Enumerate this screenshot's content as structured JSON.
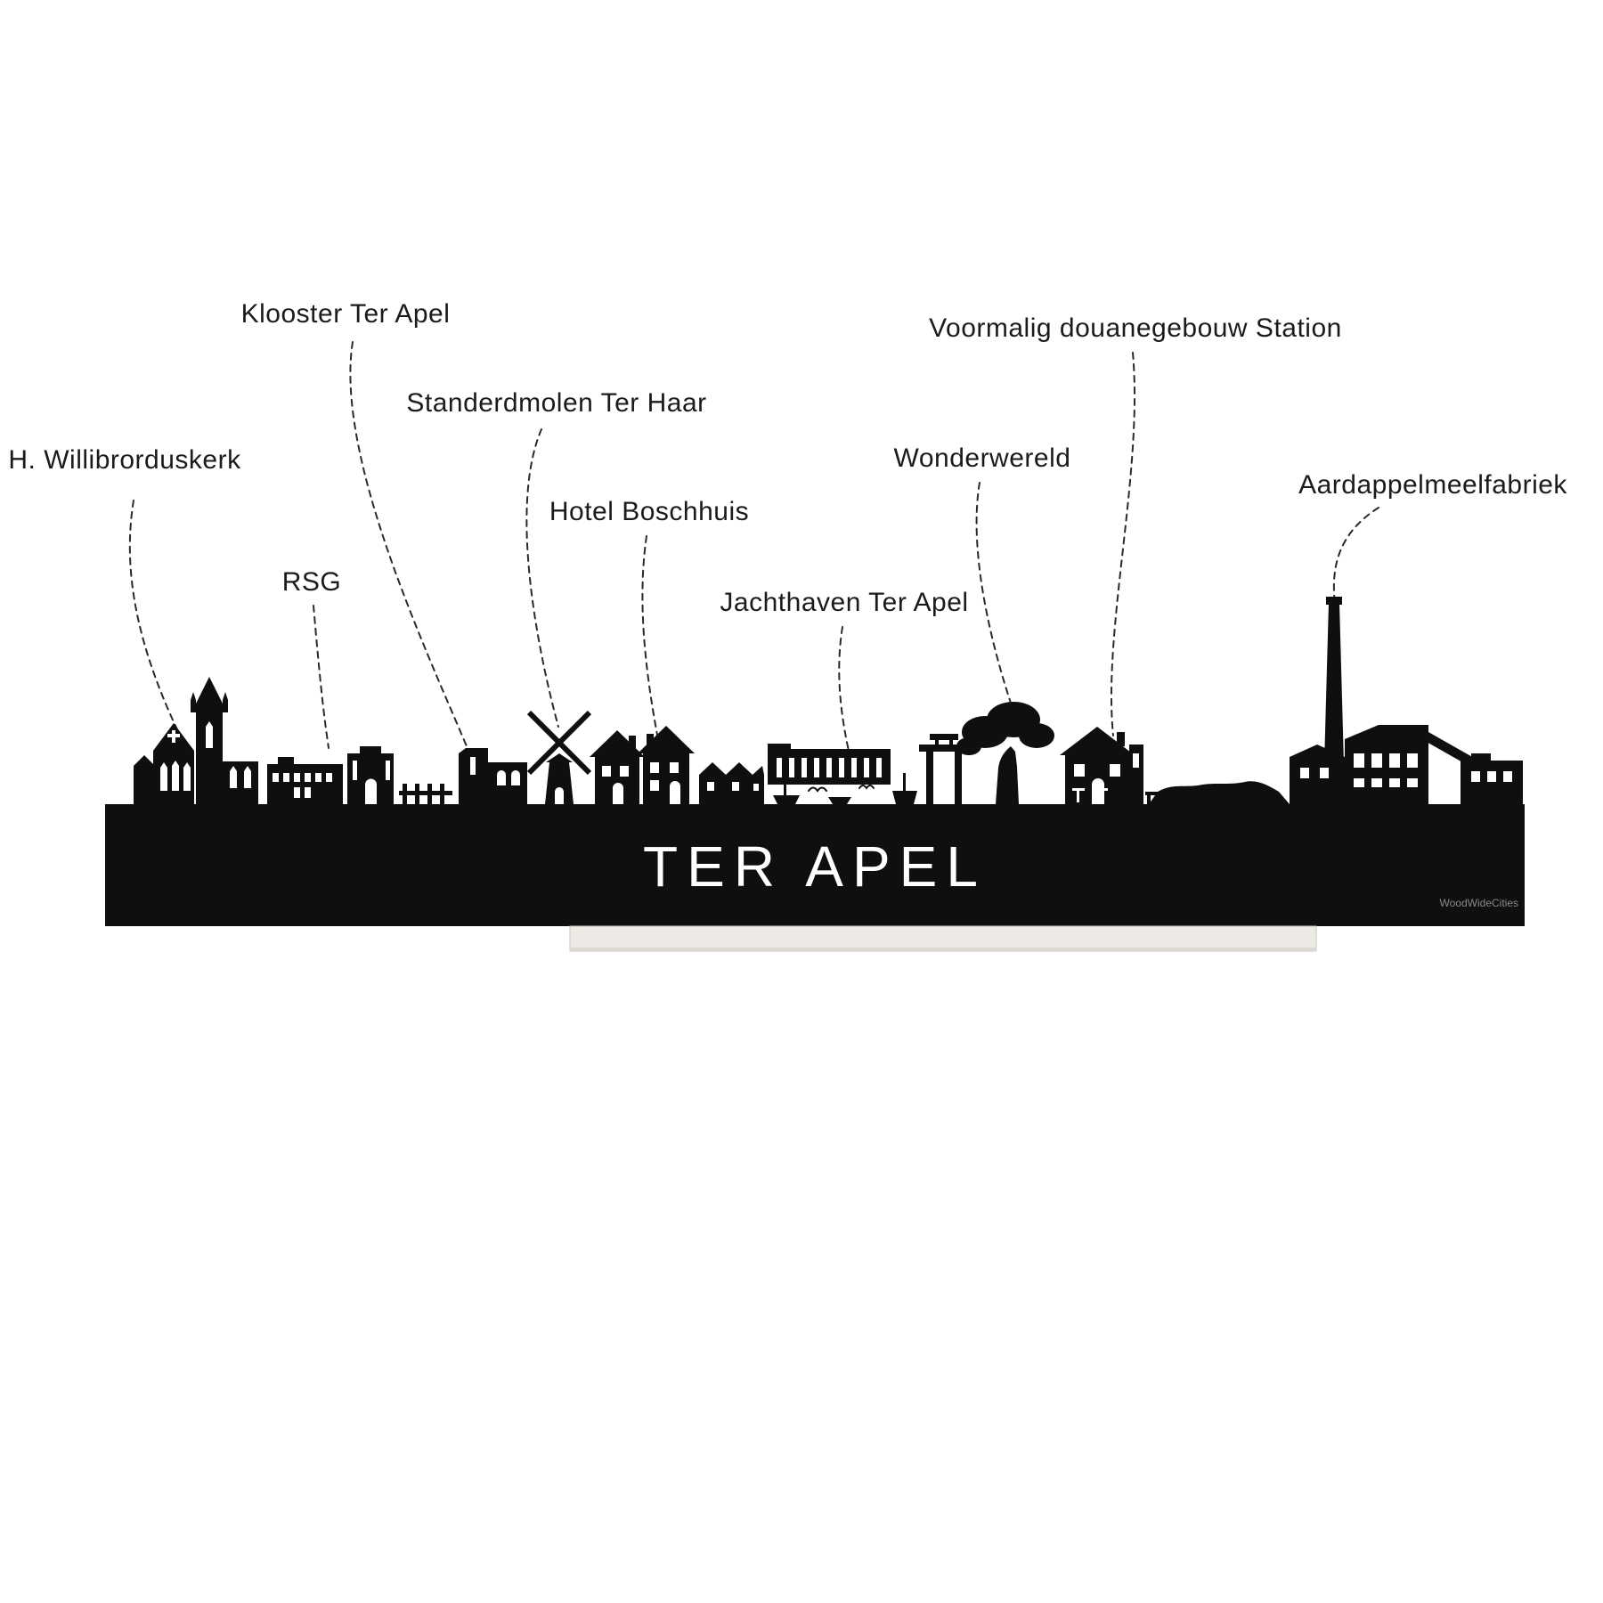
{
  "title": "TER APEL",
  "watermark": "WoodWideCities",
  "labels": {
    "willibrorduskerk": "H. Willibrorduskerk",
    "rsg": "RSG",
    "klooster": "Klooster Ter Apel",
    "standerdmolen": "Standerdmolen Ter Haar",
    "hotel_boschhuis": "Hotel Boschhuis",
    "jachthaven": "Jachthaven Ter Apel",
    "wonderwereld": "Wonderwereld",
    "station": "Voormalig douanegebouw Station",
    "aardappelmeelfabriek": "Aardappelmeelfabriek"
  },
  "colors": {
    "background": "#ffffff",
    "silhouette": "#0f0f0f",
    "cutout": "#ffffff",
    "stand": "#edeae5",
    "stand_border": "#c9c5c0",
    "label_text": "#1b1b1b",
    "leader_line": "#2a2a2a",
    "watermark_text": "#8a8a8a"
  }
}
